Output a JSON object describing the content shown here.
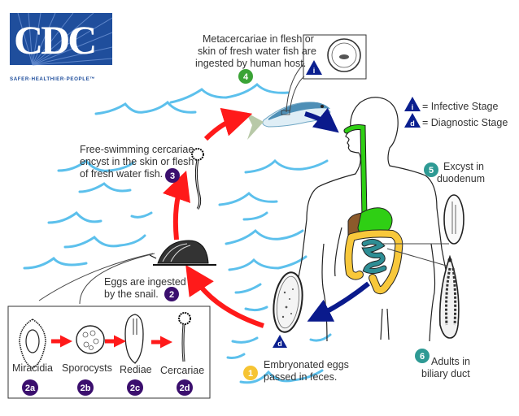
{
  "logo": {
    "text": "CDC",
    "tagline": "SAFER·HEALTHIER·PEOPLE™",
    "color": "#1f4e9c"
  },
  "legend": {
    "infective": {
      "symbol": "i",
      "label": "= Infective Stage"
    },
    "diagnostic": {
      "symbol": "d",
      "label": "= Diagnostic Stage"
    },
    "color": "#0a1f8f"
  },
  "colors": {
    "red_arrow": "#ff1a1a",
    "blue_arrow": "#0a1a8c",
    "water": "#5cc0ec",
    "badge_purple": "#3b0f6e",
    "badge_green": "#3aa336",
    "badge_teal": "#2e9a94",
    "badge_yellow": "#f6c433",
    "esophagus_green": "#2fcf14",
    "liver_brown": "#8c5a2b",
    "colon_yellow": "#f8c83b",
    "small_intestine_teal": "#2e8e95"
  },
  "stages": [
    {
      "id": "1",
      "badge": "1",
      "lines": [
        "Embryonated eggs",
        "passed in feces."
      ]
    },
    {
      "id": "2",
      "badge": "2",
      "lines": [
        "Eggs are ingested",
        "by the snail."
      ]
    },
    {
      "id": "3",
      "badge": "3",
      "lines": [
        "Free-swimming cercariae",
        "encyst in the skin or flesh",
        "of fresh water fish."
      ]
    },
    {
      "id": "4",
      "badge": "4",
      "lines": [
        "Metacercariae in flesh or",
        "skin of fresh water fish are",
        "ingested by human host."
      ]
    },
    {
      "id": "5",
      "badge": "5",
      "lines": [
        "Excyst in",
        "duodenum"
      ]
    },
    {
      "id": "6",
      "badge": "6",
      "lines": [
        "Adults in",
        "biliary duct"
      ]
    }
  ],
  "snail_stages": [
    {
      "badge": "2a",
      "label": "Miracidia"
    },
    {
      "badge": "2b",
      "label": "Sporocysts"
    },
    {
      "badge": "2c",
      "label": "Rediae"
    },
    {
      "badge": "2d",
      "label": "Cercariae"
    }
  ]
}
